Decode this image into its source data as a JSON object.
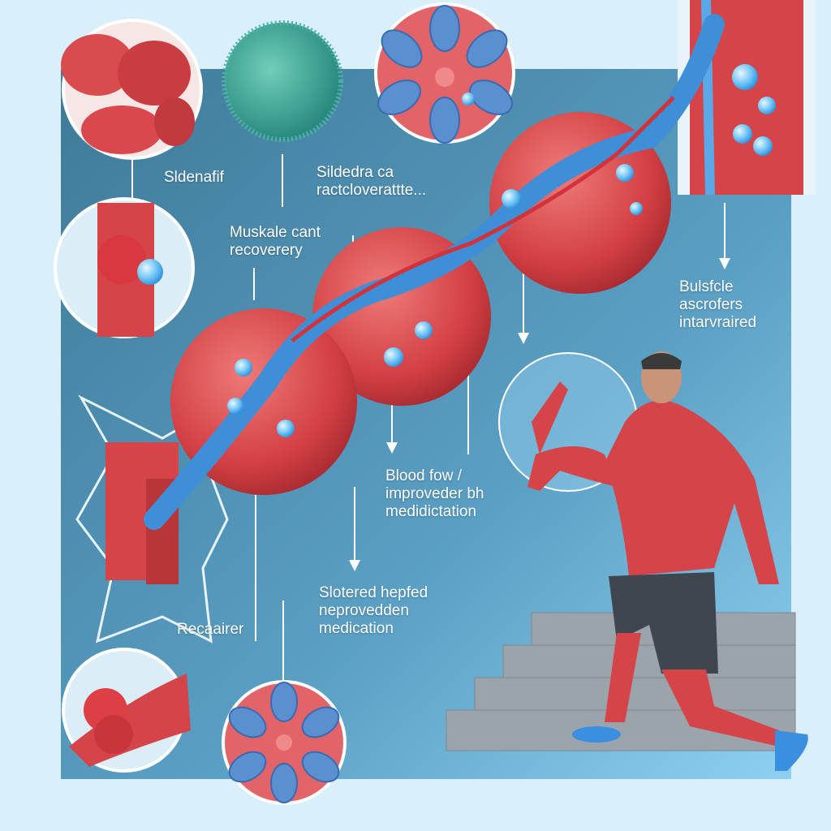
{
  "labels": {
    "sildenafil": "Sldenafif",
    "sildenafil_action_1": "Sildedra ca",
    "sildenafil_action_2": "ractcloverattte...",
    "muscle_recovery_1": "Muskale cant",
    "muscle_recovery_2": "recoverery",
    "muscle_fibers_1": "Bulsfcle",
    "muscle_fibers_2": "ascrofers",
    "muscle_fibers_3": "intarvraired",
    "blood_flow_1": "Blood fow /",
    "blood_flow_2": "improveder bh",
    "blood_flow_3": "medidictation",
    "restored_1": "Slotered hepfed",
    "restored_2": "neprovedden",
    "restored_3": "medication",
    "repair": "Recaairer"
  },
  "colors": {
    "background": "#d9eff9",
    "panel": "#4f8ba8",
    "muscle": "#d9464a",
    "vessel": "#3f8fd8",
    "bubble": "#7cc8f5"
  }
}
